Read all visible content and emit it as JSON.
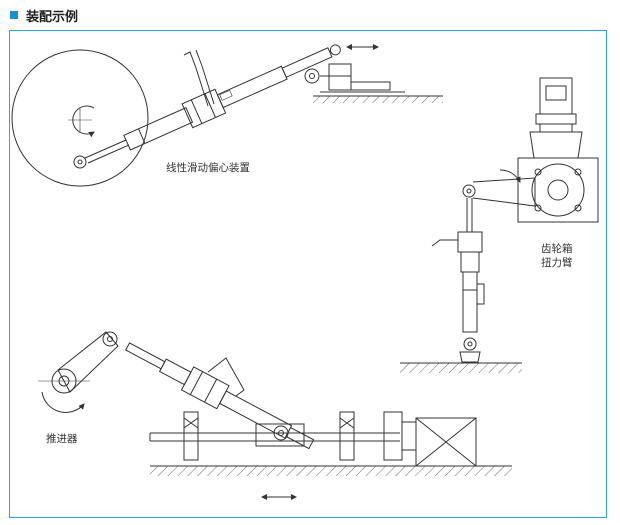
{
  "header": {
    "title": "装配示例",
    "accent_color": "#1a8fd1",
    "frame_color": "#2aa6dc"
  },
  "labels": {
    "eccentric": "线性滑动偏心装置",
    "gearbox_line1": "齿轮箱",
    "gearbox_line2": "扭力臂",
    "pusher": "推进器"
  },
  "icons": {
    "header_marker": "square-icon",
    "motion": "double-arrow-icon",
    "rotation": "curved-arrow-icon"
  }
}
